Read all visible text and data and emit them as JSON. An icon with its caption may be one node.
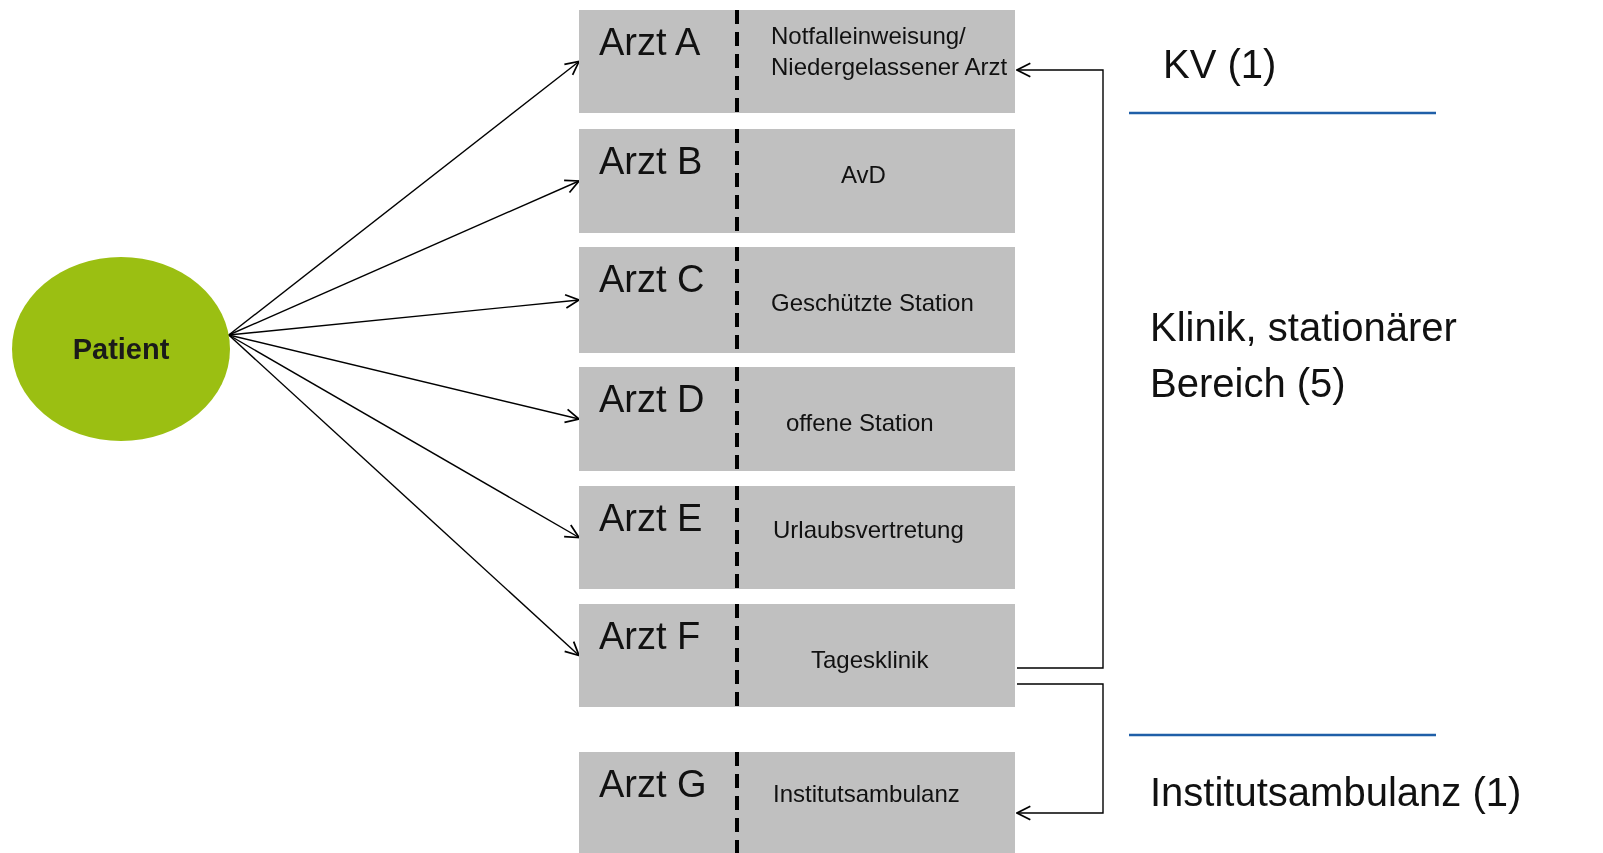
{
  "diagram": {
    "nodes": [
      {
        "text": [
          "Patient"
        ]
      },
      {
        "text": [
          "Arzt A",
          "Notfalleinweisung/ Niedergelassener Arzt"
        ]
      },
      {
        "text": [
          "Arzt B",
          "AvD"
        ]
      },
      {
        "text": [
          "Arzt C",
          "Geschützte Station"
        ]
      },
      {
        "text": [
          "Arzt D",
          "offene Station"
        ]
      },
      {
        "text": [
          "Arzt E",
          "Urlaubsvertretung"
        ]
      },
      {
        "text": [
          "Arzt F",
          "Tagesklinik"
        ]
      },
      {
        "text": [
          "Arzt G",
          "Institutsambulanz"
        ]
      }
    ],
    "edges": [
      {
        "from": 0,
        "to": 1,
        "arrow": "to"
      },
      {
        "from": 0,
        "to": 2,
        "arrow": "to"
      },
      {
        "from": 0,
        "to": 3,
        "arrow": "to"
      },
      {
        "from": 0,
        "to": 4,
        "arrow": "to"
      },
      {
        "from": 0,
        "to": 5,
        "arrow": "to"
      },
      {
        "from": 0,
        "to": 6,
        "arrow": "to"
      },
      {
        "from": 6,
        "to": 1,
        "arrow": "to"
      },
      {
        "from": 6,
        "to": 7,
        "arrow": "to"
      }
    ],
    "labels": [
      "KV (1)",
      "Klinik, stationärer Bereich (5)",
      "Institutsambulanz (1)"
    ]
  }
}
